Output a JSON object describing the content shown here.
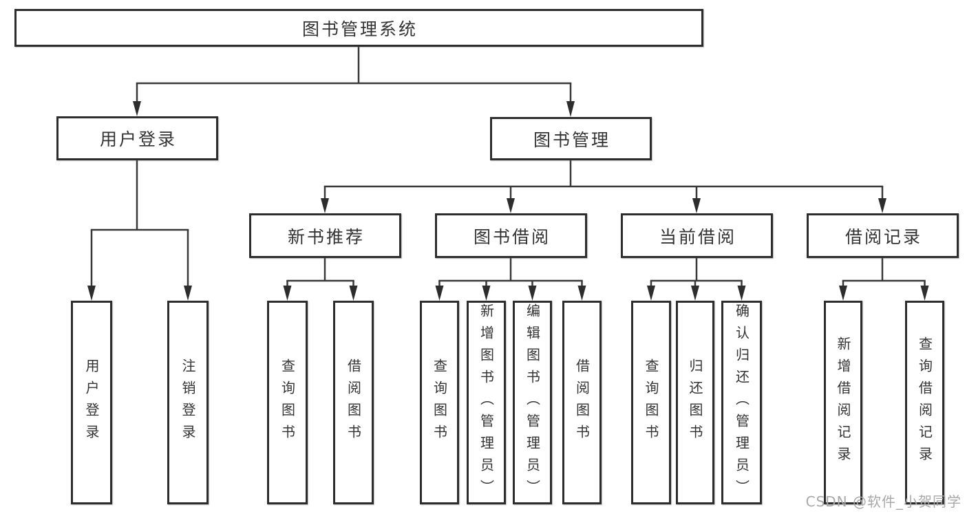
{
  "diagram": {
    "title": "图书管理系统",
    "branches": {
      "user": {
        "label": "用户登录",
        "children": [
          "用户登录",
          "注销登录"
        ]
      },
      "books": {
        "label": "图书管理",
        "sections": [
          {
            "label": "新书推荐",
            "children": [
              "查询图书",
              "借阅图书"
            ]
          },
          {
            "label": "图书借阅",
            "children": [
              "查询图书",
              "新增图书（管理员）",
              "编辑图书（管理员）",
              "借阅图书"
            ]
          },
          {
            "label": "当前借阅",
            "children": [
              "查询图书",
              "归还图书",
              "确认归还（管理员）"
            ]
          },
          {
            "label": "借阅记录",
            "children": [
              "新增借阅记录",
              "查询借阅记录"
            ]
          }
        ]
      }
    }
  },
  "watermark": "CSDN @软件_小贺同学",
  "colors": {
    "line": "#383838",
    "border": "#2d2d2d",
    "text": "#333333",
    "watermark": "#a8a8a8",
    "background": "#ffffff"
  }
}
